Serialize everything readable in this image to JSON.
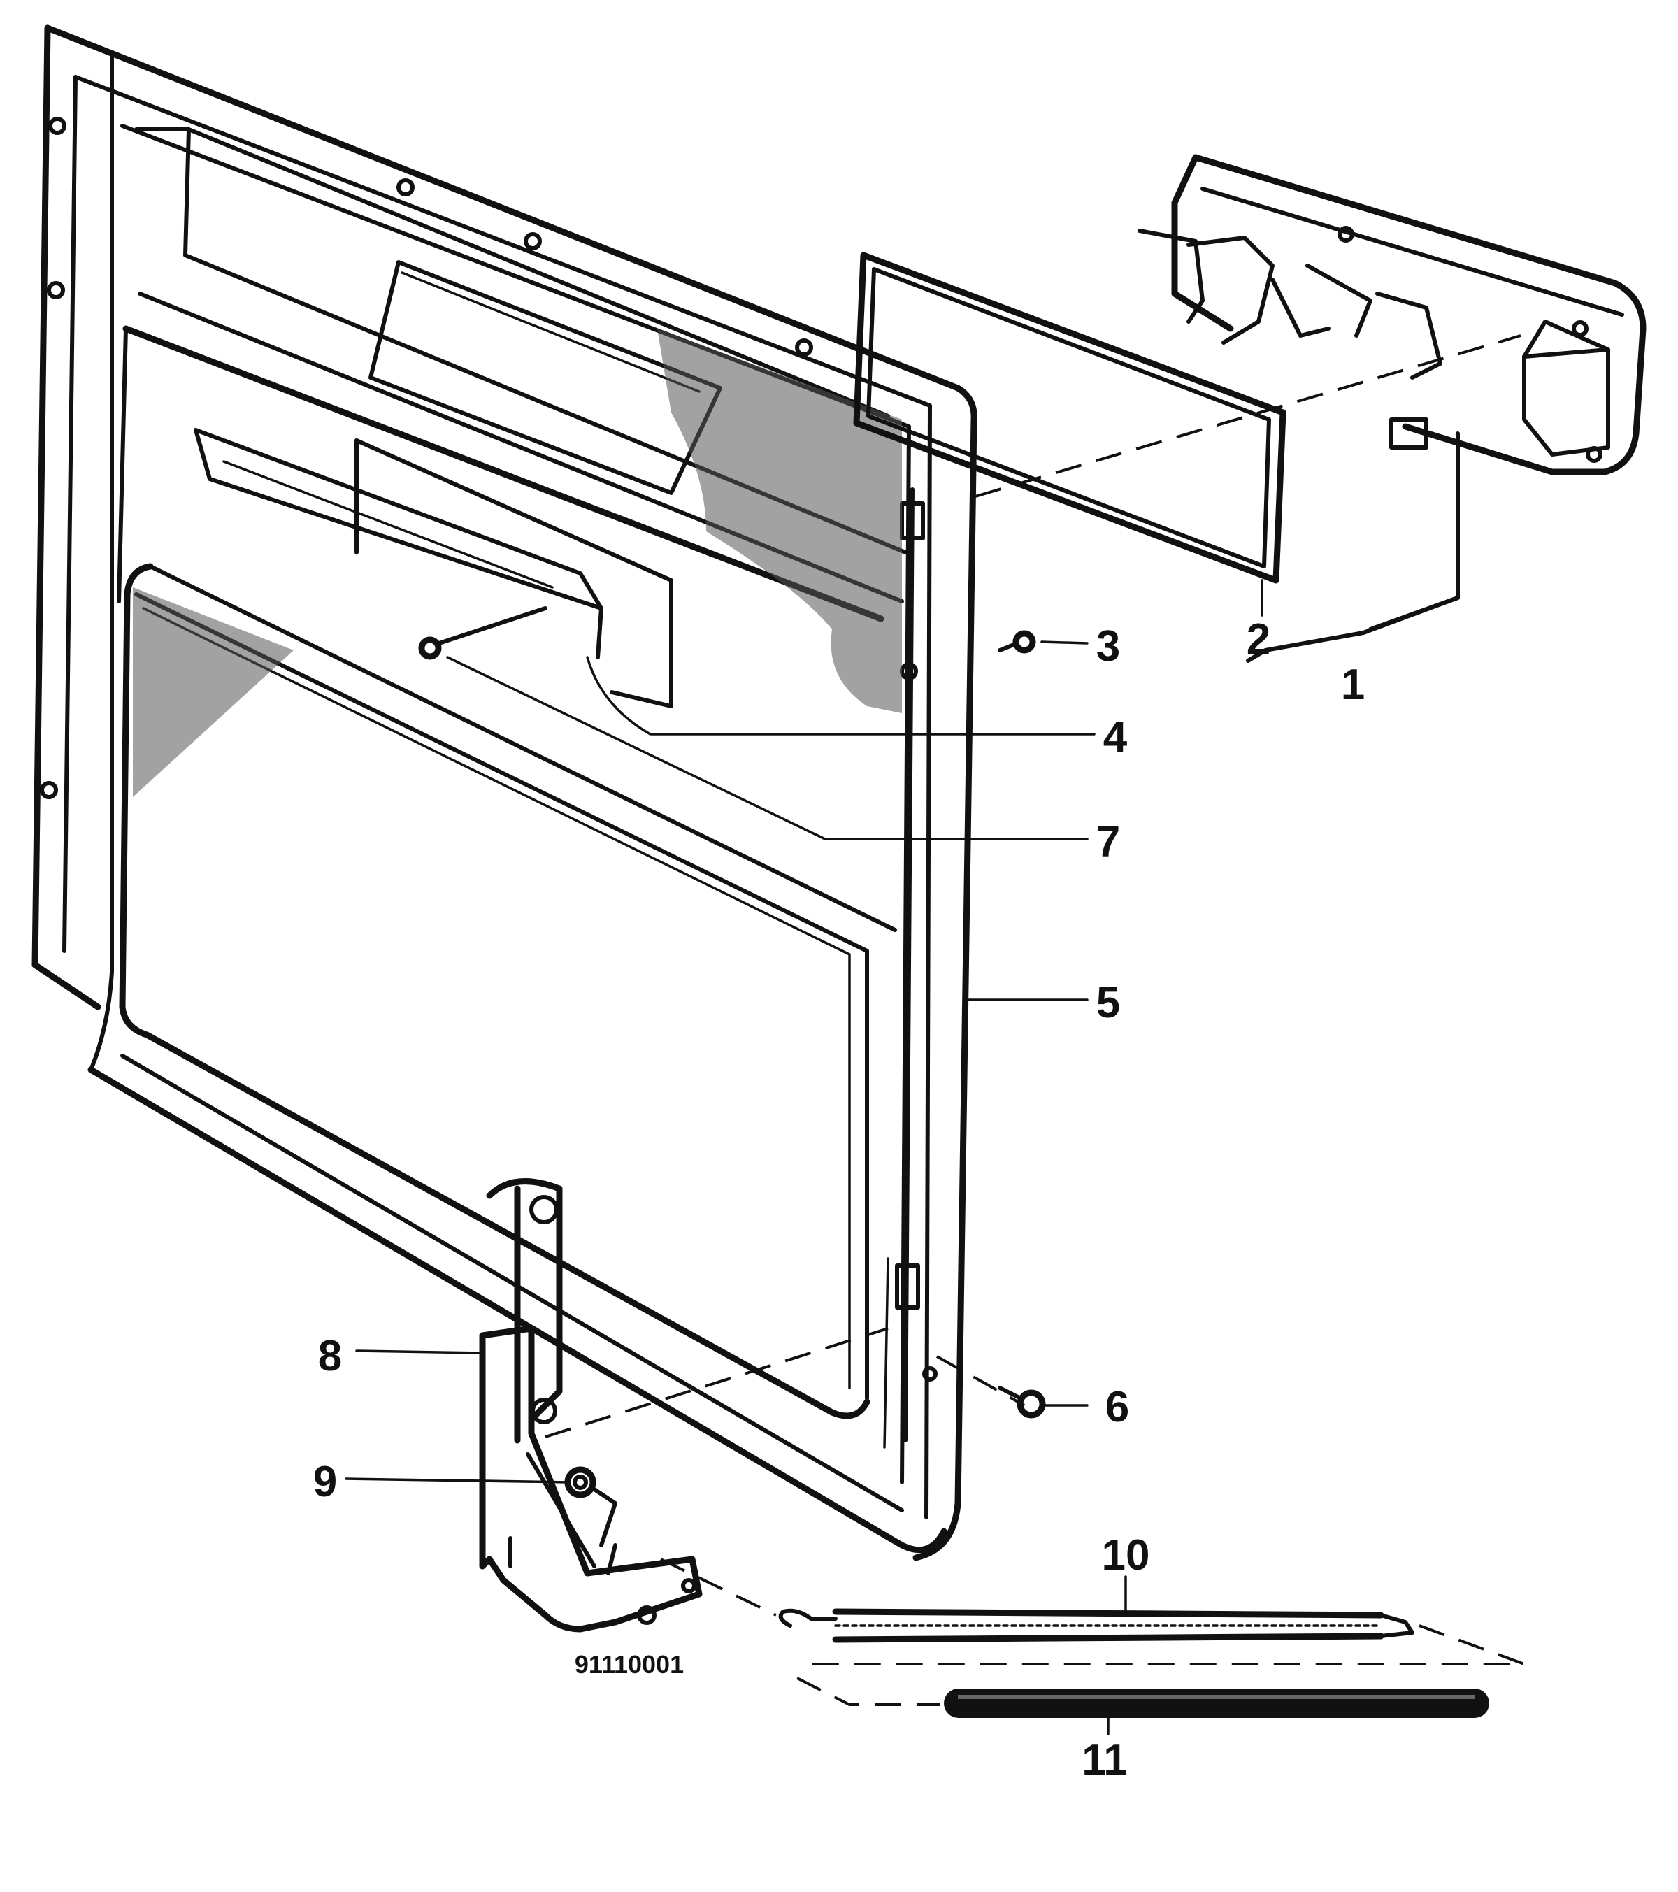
{
  "diagram": {
    "drawing_code": "91110001",
    "callouts": [
      {
        "id": "1",
        "label": "1"
      },
      {
        "id": "2",
        "label": "2"
      },
      {
        "id": "3",
        "label": "3"
      },
      {
        "id": "4",
        "label": "4"
      },
      {
        "id": "5",
        "label": "5"
      },
      {
        "id": "6",
        "label": "6"
      },
      {
        "id": "7",
        "label": "7"
      },
      {
        "id": "8",
        "label": "8"
      },
      {
        "id": "9",
        "label": "9"
      },
      {
        "id": "10",
        "label": "10"
      },
      {
        "id": "11",
        "label": "11"
      }
    ]
  }
}
